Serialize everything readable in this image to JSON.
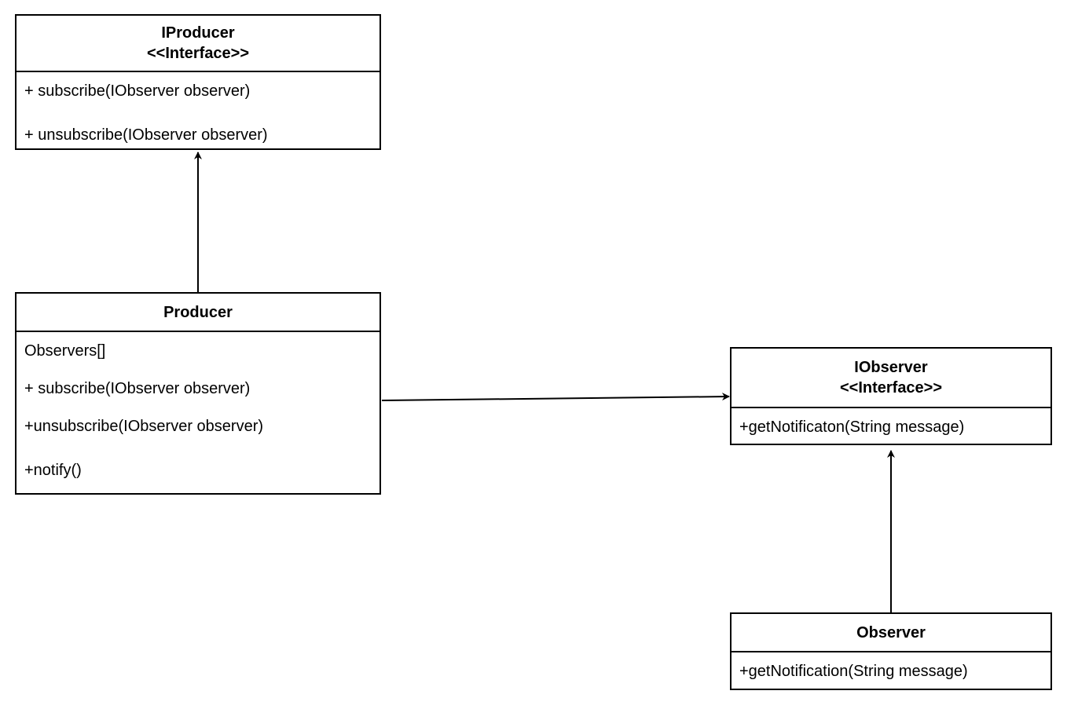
{
  "classes": {
    "iproducer": {
      "name": "IProducer",
      "stereotype": "<<Interface>>",
      "members": [
        "+ subscribe(IObserver observer)",
        "+ unsubscribe(IObserver observer)"
      ]
    },
    "producer": {
      "name": "Producer",
      "members": [
        "Observers[]",
        "+ subscribe(IObserver observer)",
        "+unsubscribe(IObserver observer)",
        "+notify()"
      ]
    },
    "iobserver": {
      "name": "IObserver",
      "stereotype": "<<Interface>>",
      "members": [
        "+getNotificaton(String message)"
      ]
    },
    "observer": {
      "name": "Observer",
      "members": [
        "+getNotification(String message)"
      ]
    }
  },
  "relationships": [
    {
      "from": "Producer",
      "to": "IProducer"
    },
    {
      "from": "Producer",
      "to": "IObserver"
    },
    {
      "from": "Observer",
      "to": "IObserver"
    }
  ],
  "colors": {
    "stroke": "#000000",
    "background": "#ffffff"
  }
}
